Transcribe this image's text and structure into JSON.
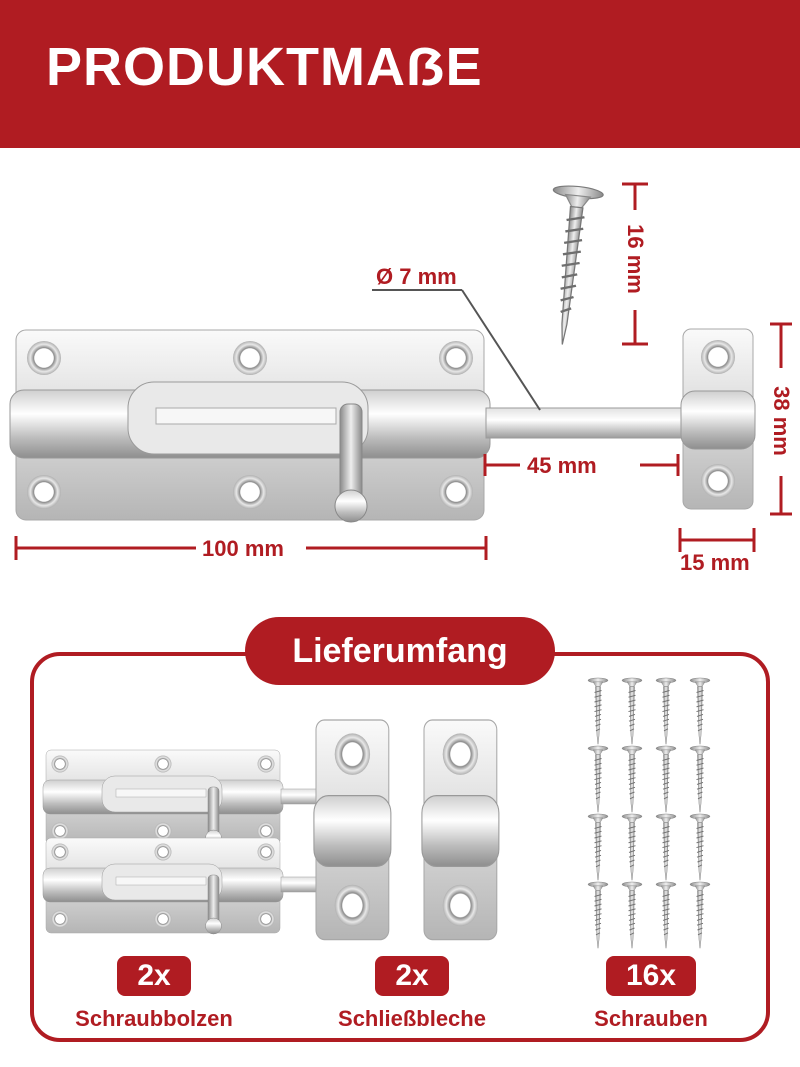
{
  "header": {
    "title": "PRODUKTMAẞE"
  },
  "dimensions": {
    "screw_length": "16 mm",
    "bolt_diameter": "Ø 7 mm",
    "keeper_height": "38 mm",
    "bolt_travel": "45 mm",
    "plate_length": "100 mm",
    "keeper_width": "15 mm"
  },
  "scope": {
    "title": "Lieferumfang",
    "items": [
      {
        "count": "2x",
        "name": "Schraubbolzen"
      },
      {
        "count": "2x",
        "name": "Schließbleche"
      },
      {
        "count": "16x",
        "name": "Schrauben"
      }
    ]
  },
  "colors": {
    "accent": "#b01c22",
    "metal_light": "#f2f2f2",
    "metal_dark": "#9a9a9a"
  }
}
